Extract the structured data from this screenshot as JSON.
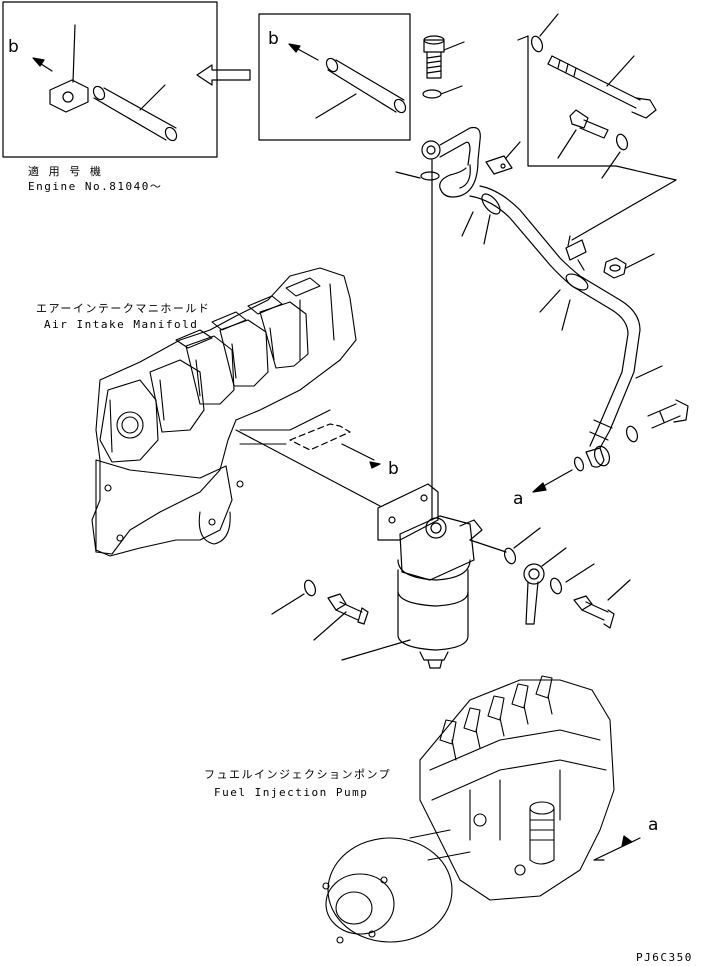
{
  "inset": {
    "applicability_jp": "適 用 号 機",
    "applicability_en": "Engine No.81040〜",
    "marker_b": "b"
  },
  "detail_b": {
    "marker": "b"
  },
  "callouts": {
    "a_right": "a",
    "b_manifold": "b",
    "a_pump": "a"
  },
  "manifold_label": {
    "jp": "エアーインテークマニホールド",
    "en": "Air Intake Manifold"
  },
  "pump_label": {
    "jp": "フュエルインジェクションポンプ",
    "en": "Fuel Injection Pump"
  },
  "drawing_code": "PJ6C350"
}
